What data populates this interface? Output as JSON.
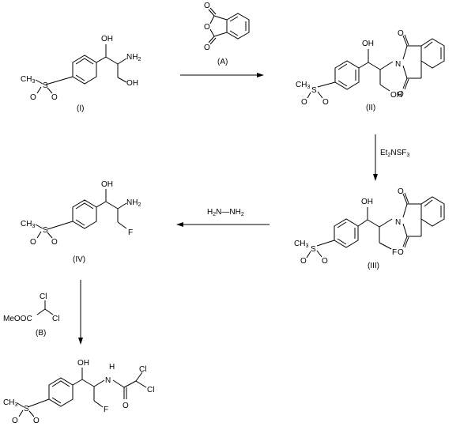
{
  "compounds": {
    "I": {
      "label": "(I)",
      "atoms": {
        "oh": "OH",
        "nh2": "NH2",
        "oh2": "OH",
        "ch3": "CH3",
        "s": "S",
        "o1": "O",
        "o2": "O"
      }
    },
    "II": {
      "label": "(II)",
      "atoms": {
        "oh": "OH",
        "n": "N",
        "o_top": "O",
        "o_bot": "O",
        "oh2": "OH",
        "ch3": "CH3",
        "s": "S",
        "o1": "O",
        "o2": "O"
      }
    },
    "III": {
      "label": "(III)",
      "atoms": {
        "oh": "OH",
        "n": "N",
        "o_top": "O",
        "o_bot": "O",
        "f": "F",
        "ch3": "CH3",
        "s": "S",
        "o1": "O",
        "o2": "O"
      }
    },
    "IV": {
      "label": "(IV)",
      "atoms": {
        "oh": "OH",
        "nh2": "NH2",
        "f": "F",
        "ch3": "CH3",
        "s": "S",
        "o1": "O",
        "o2": "O"
      }
    },
    "final": {
      "atoms": {
        "oh": "OH",
        "nh": "N",
        "h": "H",
        "cl1": "Cl",
        "cl2": "Cl",
        "o": "O",
        "f": "F",
        "ch3": "CH3",
        "s": "S",
        "o1": "O",
        "o2": "O"
      }
    }
  },
  "reagents": {
    "A": {
      "label": "(A)",
      "atoms": {
        "o_top": "O",
        "o_ring": "O",
        "o_bot": "O"
      }
    },
    "B": {
      "label": "(B)",
      "cl_top": "Cl",
      "cl_bot": "Cl",
      "ester": "MeOOC"
    },
    "dast": {
      "text": "Et2NSF3"
    },
    "hydrazine": {
      "text": "H2N—NH2"
    }
  }
}
